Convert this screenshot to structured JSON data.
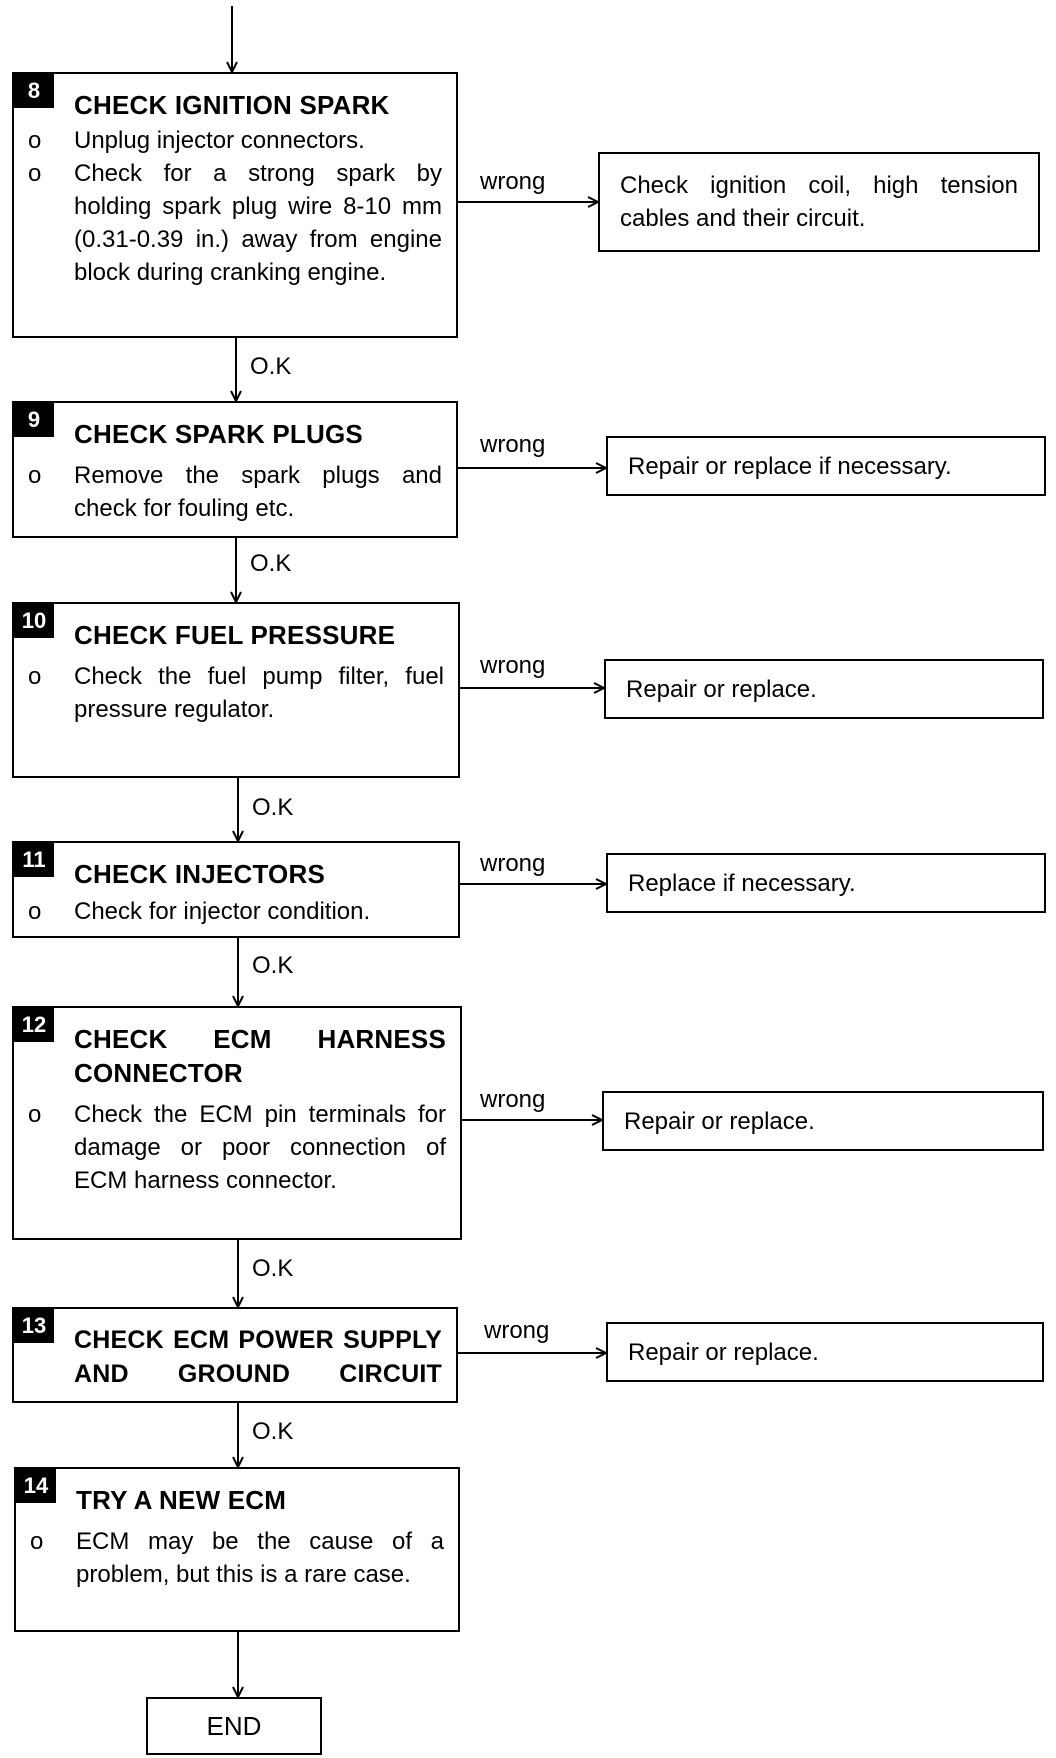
{
  "steps": [
    {
      "number": "8",
      "title": "CHECK IGNITION SPARK",
      "bullets": [
        "Unplug injector connectors.",
        "Check for a strong spark by holding spark plug wire 8-10 mm (0.31-0.39 in.) away from engine block during cranking engine."
      ]
    },
    {
      "number": "9",
      "title": "CHECK SPARK PLUGS",
      "bullets": [
        "Remove the spark plugs and check for fouling etc."
      ]
    },
    {
      "number": "10",
      "title": "CHECK FUEL PRESSURE",
      "bullets": [
        "Check the fuel pump filter, fuel pressure regulator."
      ]
    },
    {
      "number": "11",
      "title": "CHECK INJECTORS",
      "bullets": [
        "Check for injector condition."
      ]
    },
    {
      "number": "12",
      "title": "CHECK ECM HARNESS CONNECTOR",
      "bullets": [
        "Check the ECM pin terminals for damage or poor connection of ECM harness connector."
      ]
    },
    {
      "number": "13",
      "title": "CHECK ECM POWER SUPPLY AND GROUND CIRCUIT",
      "bullets": []
    },
    {
      "number": "14",
      "title": "TRY A NEW ECM",
      "bullets": [
        "ECM may be the cause of a problem, but this is a rare case."
      ]
    }
  ],
  "results": [
    "Check ignition coil, high tension cables and their circuit.",
    "Repair or replace if necessary.",
    "Repair or replace.",
    "Replace if necessary.",
    "Repair or replace.",
    "Repair or replace."
  ],
  "labels": {
    "ok": "O.K",
    "wrong": "wrong",
    "bullet": "o",
    "end": "END"
  }
}
